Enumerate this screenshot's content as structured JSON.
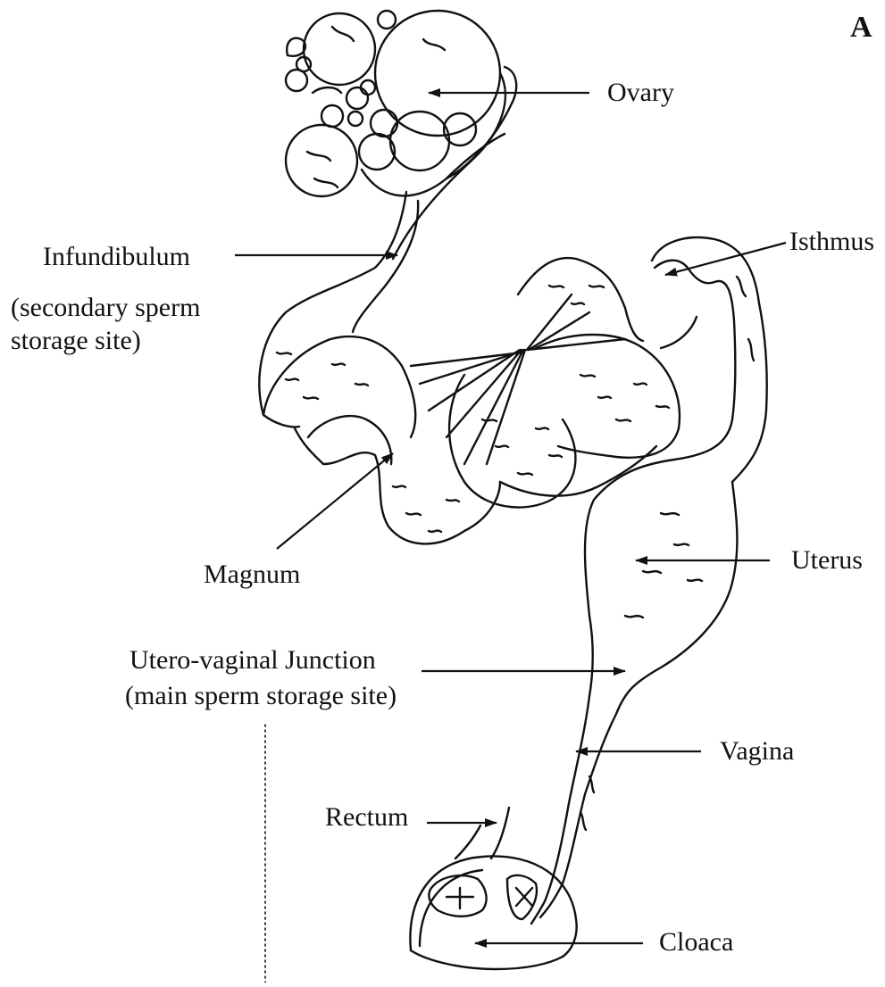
{
  "figure": {
    "panel_label": "A",
    "labels": {
      "ovary": "Ovary",
      "infundibulum": "Infundibulum",
      "infundibulum_note_1": "(secondary sperm",
      "infundibulum_note_2": "storage site)",
      "isthmus": "Isthmus",
      "magnum": "Magnum",
      "uterus": "Uterus",
      "uvj_1": "Utero-vaginal Junction",
      "uvj_2": "(main sperm storage site)",
      "vagina": "Vagina",
      "rectum": "Rectum",
      "cloaca": "Cloaca"
    }
  }
}
